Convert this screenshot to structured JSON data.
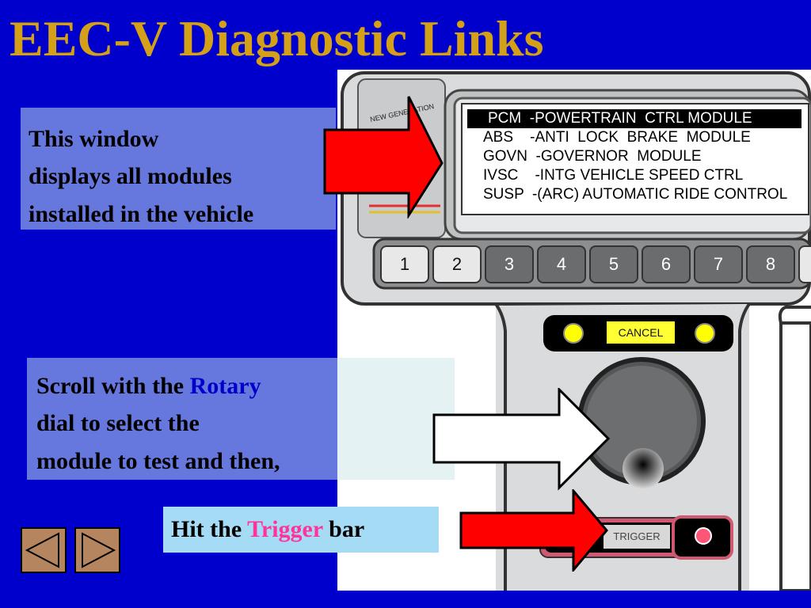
{
  "title": "EEC-V Diagnostic Links",
  "callouts": {
    "window": [
      "This window",
      "displays all modules",
      "installed in the vehicle"
    ],
    "rotary": {
      "line1_prefix": "Scroll with the ",
      "line1_highlight": "Rotary",
      "line2": "dial to select the",
      "line3": "module to test and then,"
    },
    "trigger": {
      "prefix": "Hit the ",
      "highlight": "Trigger",
      "suffix": " bar"
    }
  },
  "device": {
    "brand_label": "NEW GENERATION",
    "modules": [
      "PCM  -POWERTRAIN  CTRL MODULE",
      "ABS    -ANTI  LOCK  BRAKE  MODULE",
      "GOVN  -GOVERNOR  MODULE",
      "IVSC    -INTG VEHICLE SPEED CTRL",
      "SUSP  -(ARC) AUTOMATIC RIDE CONTROL"
    ],
    "selected_module_index": 0,
    "keys": [
      "1",
      "2",
      "3",
      "4",
      "5",
      "6",
      "7",
      "8"
    ],
    "cancel_label": "CANCEL",
    "trigger_label": "TRIGGER"
  },
  "colors": {
    "background": "#0000cc",
    "title": "#d4a017",
    "arrow_red": "#ff0000",
    "highlight_pink": "#ff3399"
  },
  "icons": {
    "prev": "triangle-left-icon",
    "next": "triangle-right-icon"
  }
}
